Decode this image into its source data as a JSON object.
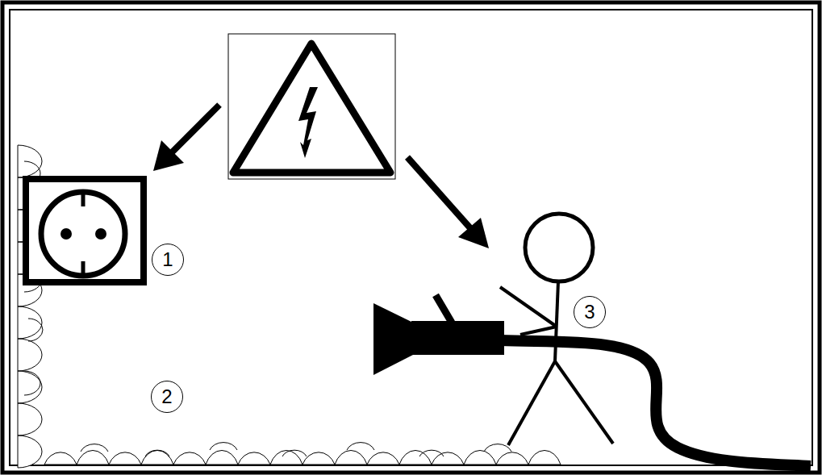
{
  "diagram": {
    "labels": [
      "1",
      "2",
      "3"
    ]
  }
}
